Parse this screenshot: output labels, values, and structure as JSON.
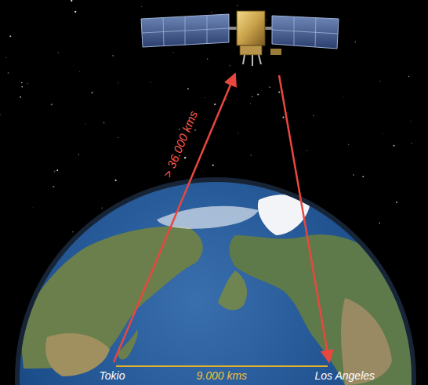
{
  "diagram": {
    "labels": [
      "> 36.000 kms",
      "Tokio",
      "9.000 kms",
      "Los Angeles"
    ]
  }
}
